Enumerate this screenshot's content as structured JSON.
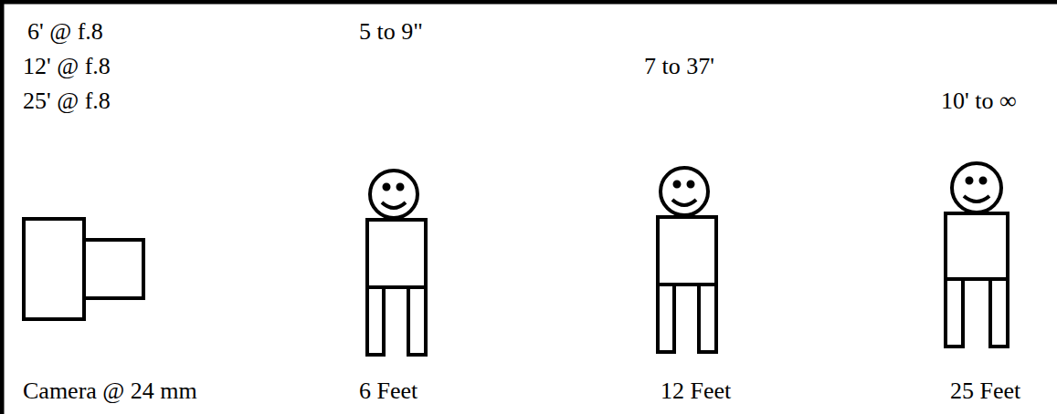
{
  "diagram": {
    "labels": [
      "6' @ f.8",
      "12' @ f.8",
      "25' @ f.8",
      "5 to 9\"",
      "7 to 37'",
      "10' to ∞",
      "Camera @ 24 mm",
      "6 Feet",
      "12 Feet",
      "25 Feet"
    ]
  }
}
